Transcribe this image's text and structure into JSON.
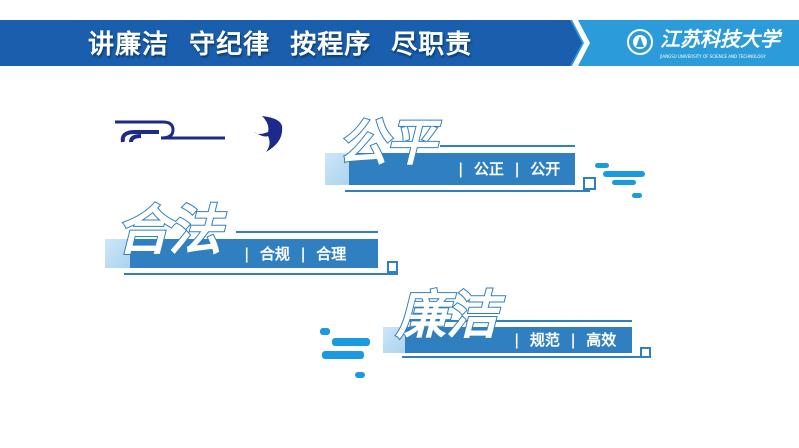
{
  "header": {
    "title": "讲廉洁  守纪律  按程序  尽职责",
    "logo_text": "江苏科技大学",
    "logo_subtitle": "JIANGSU UNIVERSITY OF SCIENCE AND TECHNOLOGY"
  },
  "banners": [
    {
      "big": "公平",
      "sub": "|  公正  |  公开"
    },
    {
      "big": "合法",
      "sub": "|  合规  |  合理"
    },
    {
      "big": "廉洁",
      "sub": "|  规范  |  高效"
    }
  ],
  "colors": {
    "header_dark": "#1a5fae",
    "header_light": "#2b9bd9",
    "banner": "#2f7fc1",
    "accent": "#1a9be0",
    "navy": "#1d2a8a"
  }
}
